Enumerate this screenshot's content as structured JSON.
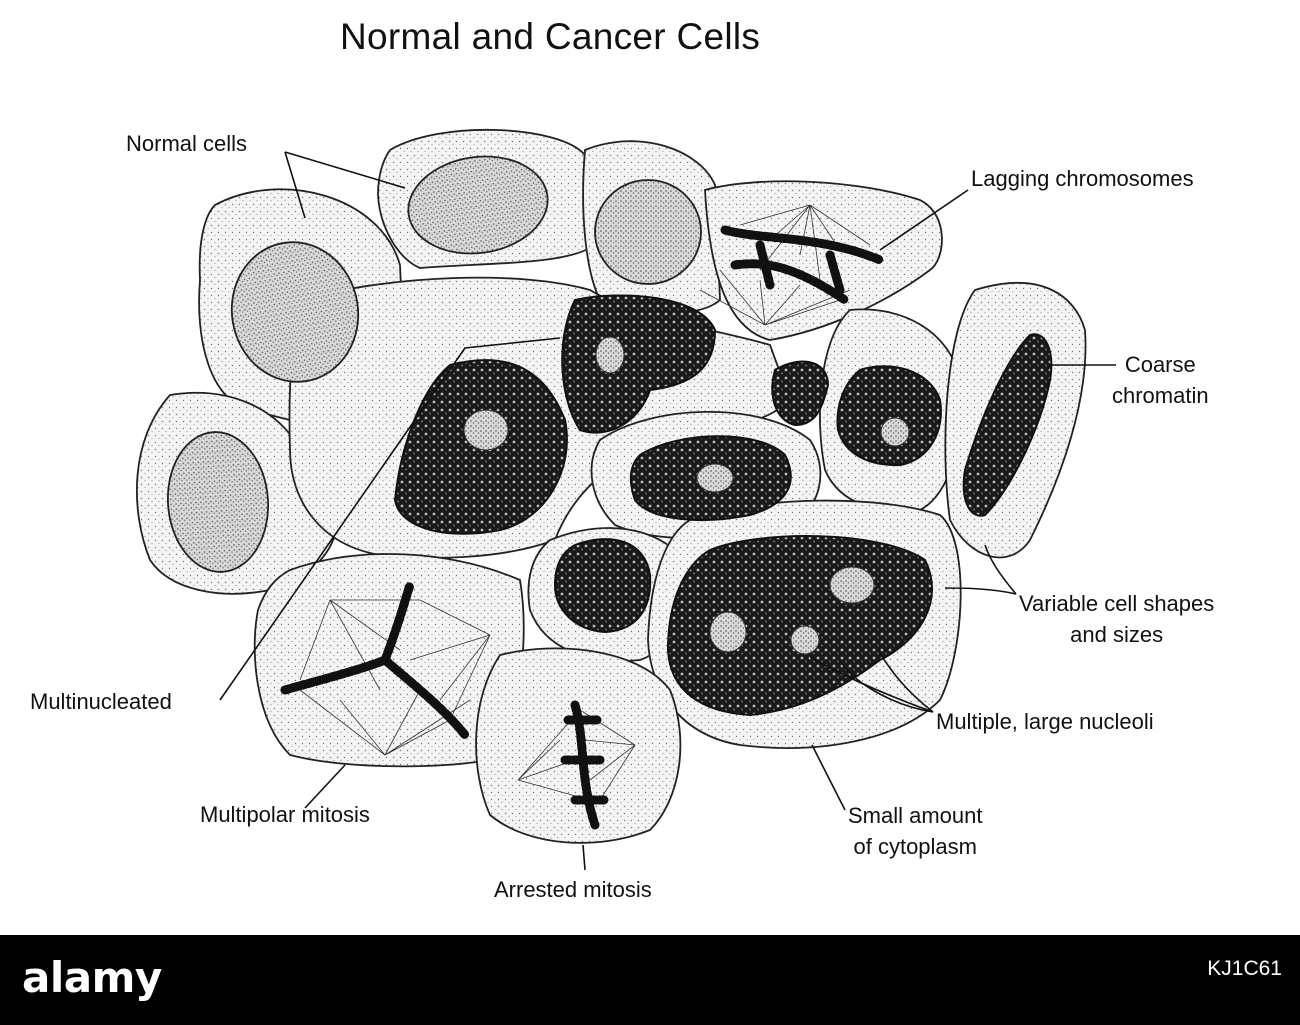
{
  "title": "Normal and Cancer Cells",
  "labels": {
    "normal_cells": "Normal cells",
    "lagging_chromosomes": "Lagging chromosomes",
    "coarse_chromatin_line1": "Coarse",
    "coarse_chromatin_line2": "chromatin",
    "variable_shapes_line1": "Variable cell shapes",
    "variable_shapes_line2": "and sizes",
    "multinucleated": "Multinucleated",
    "multiple_nucleoli": "Multiple, large nucleoli",
    "multipolar_mitosis": "Multipolar mitosis",
    "small_cytoplasm_line1": "Small amount",
    "small_cytoplasm_line2": "of cytoplasm",
    "arrested_mitosis": "Arrested mitosis"
  },
  "footer": {
    "brand": "alamy",
    "image_id": "KJ1C61"
  }
}
